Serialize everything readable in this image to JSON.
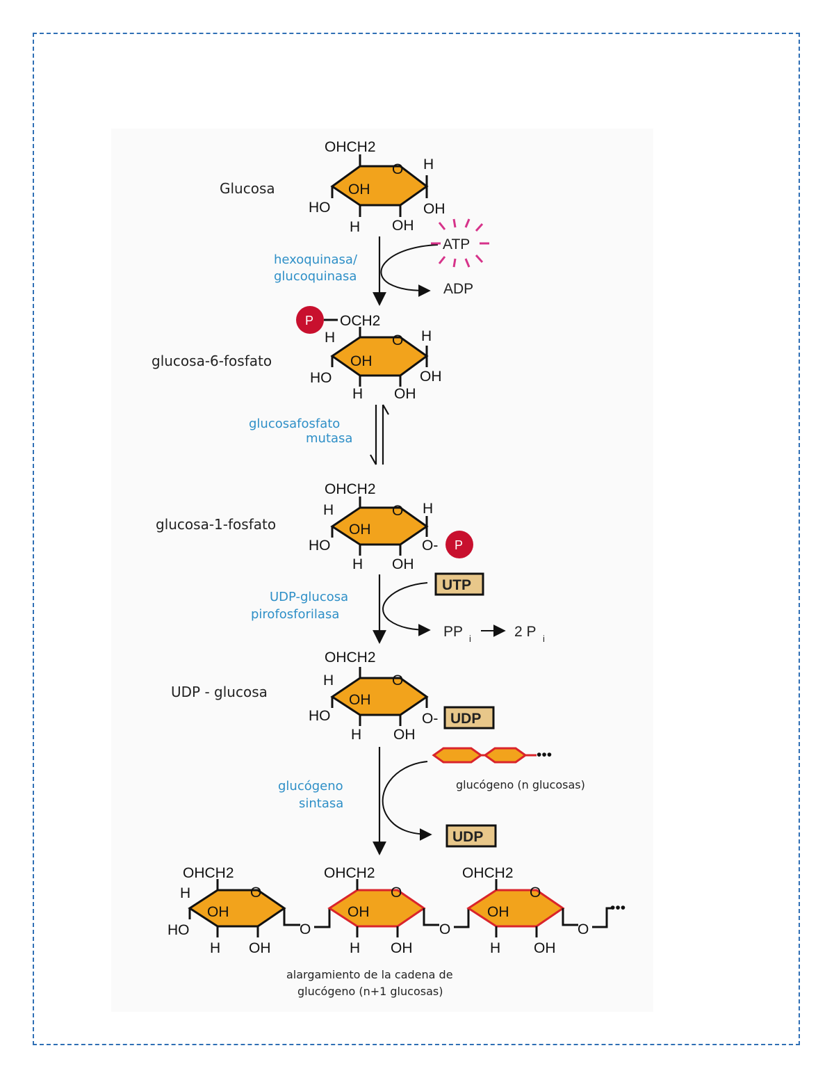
{
  "colors": {
    "frame": "#2f6fb5",
    "ring_fill": "#f2a31c",
    "ring_stroke": "#111111",
    "ring_stroke_new": "#d9242b",
    "phosphate": "#c8102e",
    "atp_rays": "#d6338a",
    "enzyme_text": "#2e8fc7",
    "box_fill": "#e8c78a"
  },
  "compounds": {
    "glucosa": "Glucosa",
    "g6p": "glucosa-6-fosfato",
    "g1p": "glucosa-1-fosfato",
    "udpg": "UDP - glucosa"
  },
  "enzymes": {
    "e1_line1": "hexoquinasa/",
    "e1_line2": "glucoquinasa",
    "e2_line1": "glucosafosfato",
    "e2_line2": "mutasa",
    "e3_line1": "UDP-glucosa",
    "e3_line2": "pirofosforilasa",
    "e4_line1": "glucógeno",
    "e4_line2": "sintasa"
  },
  "cofactors": {
    "atp": "ATP",
    "adp": "ADP",
    "utp": "UTP",
    "ppi": "PP",
    "two_pi": "2 P",
    "sub_i": "i",
    "udp": "UDP",
    "phosphate": "P"
  },
  "atoms": {
    "ohch2": "OHCH2",
    "och2": "OCH2",
    "o": "O",
    "h": "H",
    "oh": "OH",
    "ho": "HO",
    "o_dash": "O-",
    "dots": "•••"
  },
  "glycogen": {
    "n_label": "glucógeno (n glucosas)",
    "result_line1": "alargamiento de la cadena de",
    "result_line2": "glucógeno (n+1 glucosas)"
  }
}
